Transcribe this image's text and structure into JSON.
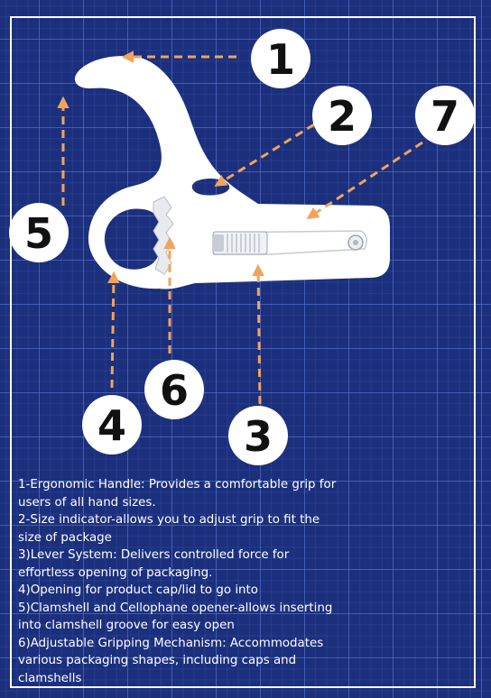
{
  "callouts": [
    "1",
    "2",
    "3",
    "4",
    "5",
    "6",
    "7"
  ],
  "legend": [
    "1-Ergonomic Handle: Provides a comfortable grip for",
    "users of all hand sizes.",
    "2-Size indicator-allows you to adjust grip to fit the",
    "size of package",
    "3)Lever System: Delivers controlled force for",
    "effortless opening of packaging.",
    "4)Opening for product cap/lid to go into",
    "5)Clamshell and Cellophane opener-allows inserting",
    "into clamshell groove for easy open",
    "6)Adjustable Gripping Mechanism: Accommodates",
    "various packaging shapes, including caps and",
    "clamshells"
  ],
  "colors": {
    "background": "#1b2f7c",
    "grid": "#5a78d2",
    "tool": "#ffffff",
    "arrow": "#f2a35a",
    "badge": "#ffffff",
    "text": "#ffffff"
  }
}
